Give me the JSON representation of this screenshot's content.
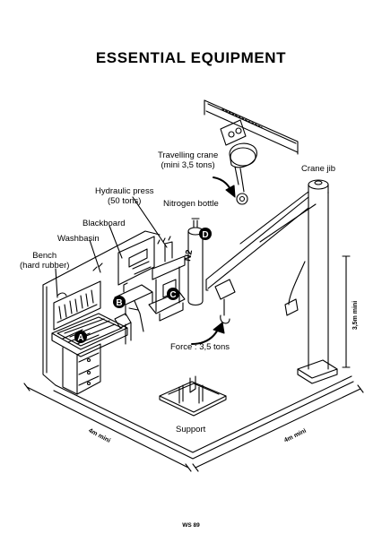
{
  "title": "ESSENTIAL  EQUIPMENT",
  "labels": {
    "travelling_crane": "Travelling crane",
    "travelling_crane_sub": "(mini 3,5 tons)",
    "crane_jib": "Crane jib",
    "hydraulic_press": "Hydraulic press",
    "hydraulic_press_sub": "(50 tons)",
    "nitrogen_bottle": "Nitrogen bottle",
    "blackboard": "Blackboard",
    "washbasin": "Washbasin",
    "bench": "Bench",
    "bench_sub": "(hard rubber)",
    "force": "Force : 3,5 tons",
    "support": "Support",
    "height_dim": "3,5m mini",
    "floor_left_dim": "4m mini",
    "floor_right_dim": "4m mini",
    "n2": "N2"
  },
  "markers": [
    "A",
    "B",
    "C",
    "D"
  ],
  "footer": "WS 89"
}
